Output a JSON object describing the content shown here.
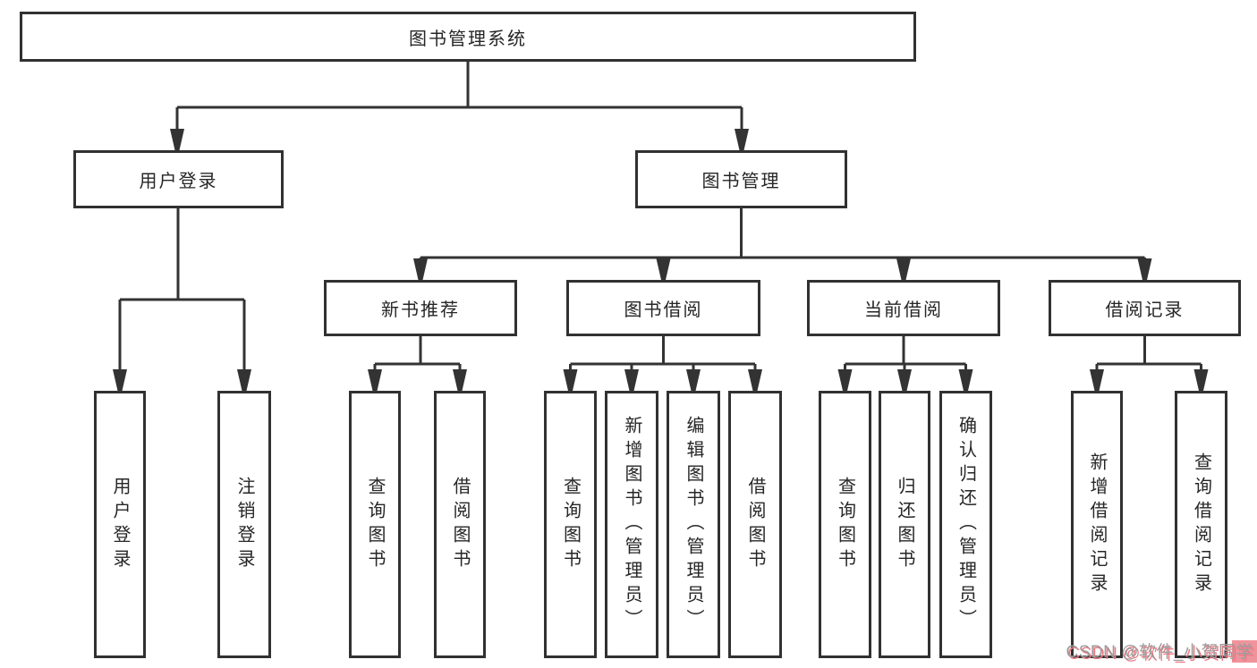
{
  "title": {
    "label": "图书管理系统"
  },
  "nodes": {
    "user_login": {
      "label": "用户登录"
    },
    "book_mgmt": {
      "label": "图书管理"
    },
    "new_books": {
      "label": "新书推荐"
    },
    "book_borrow": {
      "label": "图书借阅"
    },
    "current_borrow": {
      "label": "当前借阅"
    },
    "borrow_records": {
      "label": "借阅记录"
    }
  },
  "leaves": [
    {
      "label": "用户登录",
      "parent": "用户登录"
    },
    {
      "label": "注销登录",
      "parent": "用户登录"
    },
    {
      "label": "查询图书",
      "parent": "新书推荐"
    },
    {
      "label": "借阅图书",
      "parent": "新书推荐"
    },
    {
      "label": "查询图书",
      "parent": "图书借阅"
    },
    {
      "label": "新增图书（管理员）",
      "parent": "图书借阅"
    },
    {
      "label": "编辑图书（管理员）",
      "parent": "图书借阅"
    },
    {
      "label": "借阅图书",
      "parent": "图书借阅"
    },
    {
      "label": "查询图书",
      "parent": "当前借阅"
    },
    {
      "label": "归还图书",
      "parent": "当前借阅"
    },
    {
      "label": "确认归还（管理员）",
      "parent": "当前借阅"
    },
    {
      "label": "新增借阅记录",
      "parent": "借阅记录"
    },
    {
      "label": "查询借阅记录",
      "parent": "借阅记录"
    }
  ],
  "watermark": {
    "text": "CSDN @软件_小贺同学"
  },
  "colors": {
    "line": "#333333",
    "text": "#262626",
    "background": "#ffffff",
    "watermark_text": "#9c9c9c",
    "watermark_shadow": "#eb7a84"
  }
}
